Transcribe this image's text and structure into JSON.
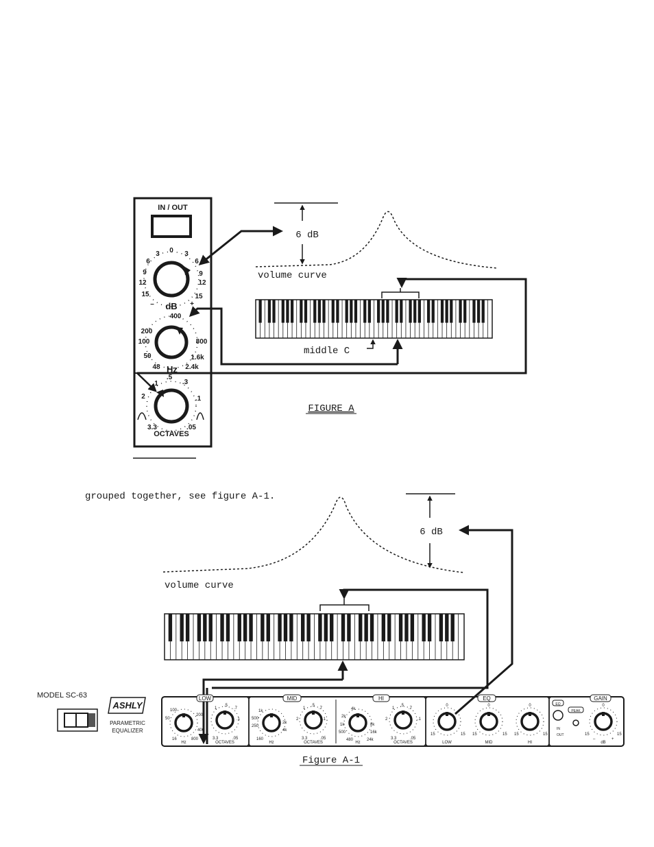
{
  "figure_a": {
    "panel": {
      "in_out": "IN / OUT",
      "gain_ticks": [
        "0",
        "3",
        "3",
        "6",
        "6",
        "9",
        "9",
        "12",
        "12",
        "15",
        "15"
      ],
      "gain_minus": "–",
      "gain_plus": "+",
      "gain_unit": "dB",
      "freq_ticks": [
        "400",
        "200",
        "100",
        "800",
        "50",
        "1.6k",
        "48",
        "2.4k"
      ],
      "freq_unit": "Hz",
      "oct_ticks": [
        ".5",
        "1",
        ".3",
        "2",
        ".1",
        "3.3",
        ".05"
      ],
      "oct_unit": "OCTAVES"
    },
    "db_label": "6 dB",
    "curve_label": "volume curve",
    "middle_c_label": "middle C",
    "caption": "FIGURE A"
  },
  "body_text": "grouped together, see figure A-1.",
  "figure_a1": {
    "db_label": "6 dB",
    "curve_label": "volume curve",
    "model_label": "MODEL SC-63",
    "brand": "ASHLY",
    "product_line1": "PARAMETRIC",
    "product_line2": "EQUALIZER",
    "sections": {
      "low": "LOW",
      "mid": "MID",
      "hi": "HI",
      "eq": "EQ",
      "gain": "GAIN"
    },
    "low_freq_ticks": [
      "100",
      "50",
      "200",
      "400",
      "16",
      "800"
    ],
    "mid_freq_ticks": [
      "1k",
      "500",
      "250",
      "2k",
      "4k",
      "160"
    ],
    "hi_freq_ticks": [
      "4k",
      "2k",
      "1k",
      "8k",
      "16k",
      "500",
      "480",
      "24k"
    ],
    "oct_ticks": [
      ".5",
      "1",
      ".7",
      "2",
      ".1",
      "3.3",
      ".05"
    ],
    "knob_units": {
      "hz": "Hz",
      "octaves": "OCTAVES",
      "eq_low": "LOW",
      "eq_mid": "MID",
      "eq_hi": "HI",
      "db": "dB"
    },
    "eq_ticks": [
      "0",
      "15",
      "15",
      "–",
      "+"
    ],
    "eq_toggle": "EQ",
    "peak": "PEAK",
    "in": "IN",
    "out": "OUT",
    "caption": "Figure A-1"
  }
}
